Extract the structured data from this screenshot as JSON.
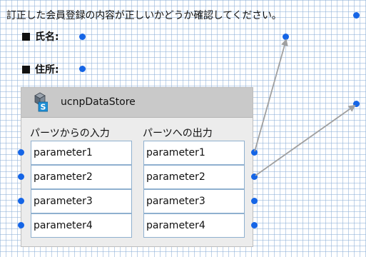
{
  "message": "訂正した会員登録の内容が正しいかどうか確認してください。",
  "fields": [
    {
      "label": "氏名:"
    },
    {
      "label": "住所:"
    }
  ],
  "component": {
    "title": "ucnpDataStore",
    "icon": "data-store-icon",
    "input_header": "パーツからの入力",
    "output_header": "パーツへの出力",
    "inputs": [
      "parameter1",
      "parameter2",
      "parameter3",
      "parameter4"
    ],
    "outputs": [
      "parameter1",
      "parameter2",
      "parameter3",
      "parameter4"
    ]
  },
  "colors": {
    "port": "#1565e6",
    "arrow": "#a0a0a0",
    "grid": "#8cafd7",
    "component_bg": "#ececec",
    "component_header": "#c9c9c9",
    "param_border": "#8fb0cf"
  }
}
